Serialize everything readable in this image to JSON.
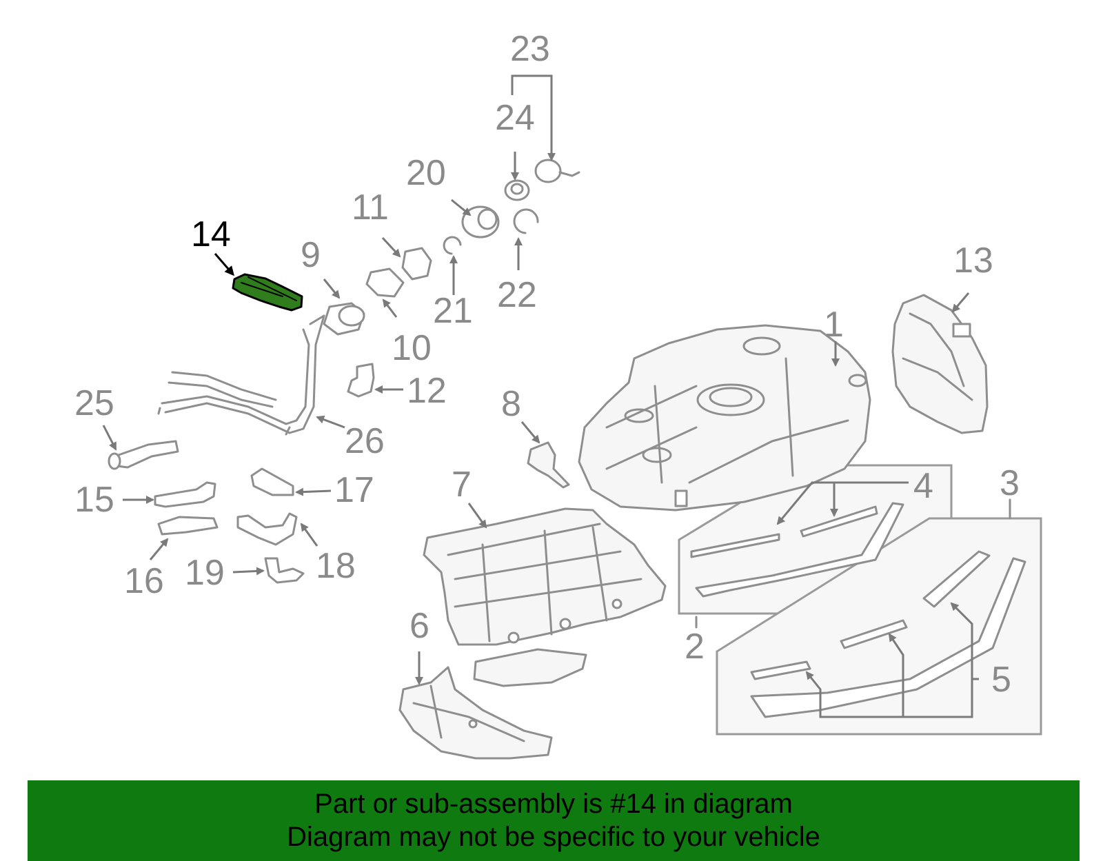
{
  "callouts": {
    "c1": "1",
    "c2": "2",
    "c3": "3",
    "c4": "4",
    "c5": "5",
    "c6": "6",
    "c7": "7",
    "c8": "8",
    "c9": "9",
    "c10": "10",
    "c11": "11",
    "c12": "12",
    "c13": "13",
    "c14": "14",
    "c15": "15",
    "c16": "16",
    "c17": "17",
    "c18": "18",
    "c19": "19",
    "c20": "20",
    "c21": "21",
    "c22": "22",
    "c23": "23",
    "c24": "24",
    "c25": "25",
    "c26": "26"
  },
  "highlighted_part": "14",
  "colors": {
    "banner_background": "#0f7a0f",
    "highlight_fill": "#2f7d1c",
    "callout_gray": "#8a8a8a",
    "outline_gray": "#8e8e8e"
  },
  "banner": {
    "line1": "Part or sub-assembly is #14 in diagram",
    "line2": "Diagram may not be specific to your vehicle"
  }
}
